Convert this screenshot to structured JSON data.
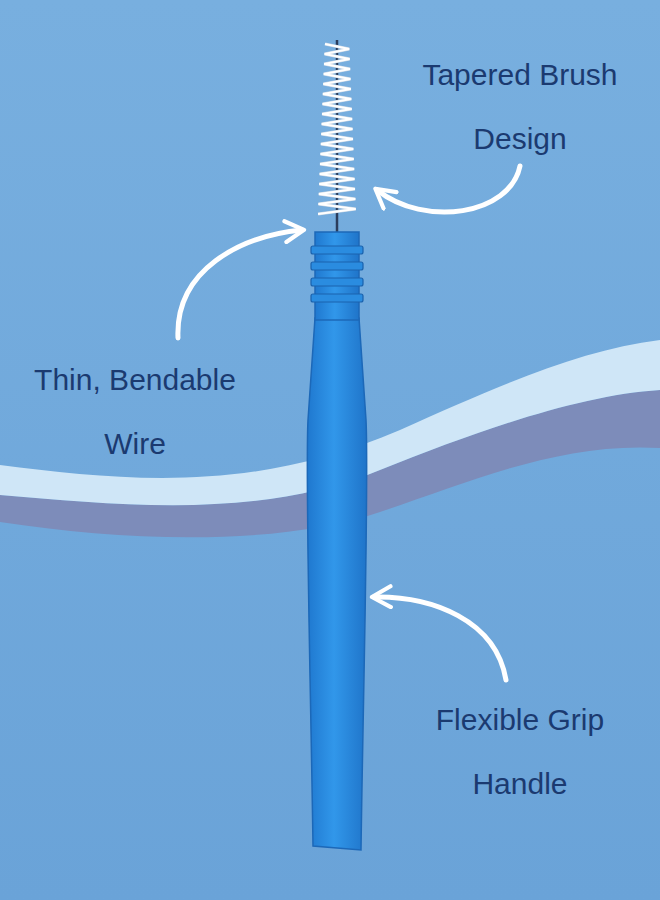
{
  "diagram": {
    "labels": [
      "Tapered Brush Design",
      "Thin, Bendable Wire",
      "Flexible Grip Handle"
    ]
  }
}
